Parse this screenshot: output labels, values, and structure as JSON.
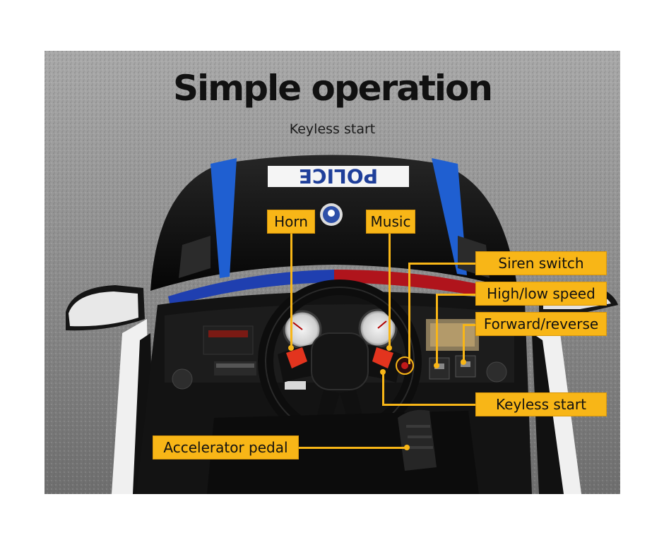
{
  "heading": {
    "title": "Simple operation",
    "subtitle": "Keyless start"
  },
  "product": {
    "hood_text": "POLICE"
  },
  "callouts": {
    "horn": "Horn",
    "music": "Music",
    "siren_switch": "Siren switch",
    "high_low_speed": "High/low speed",
    "forward_reverse": "Forward/reverse",
    "keyless_start": "Keyless start",
    "accelerator_pedal": "Accelerator pedal"
  },
  "colors": {
    "callout_fill": "#f8b617",
    "hood_stripe": "#1f5fd1",
    "light_bar_red": "#c0141c",
    "car_body": "#0d0d0d",
    "asphalt": "#8a8a8a"
  }
}
